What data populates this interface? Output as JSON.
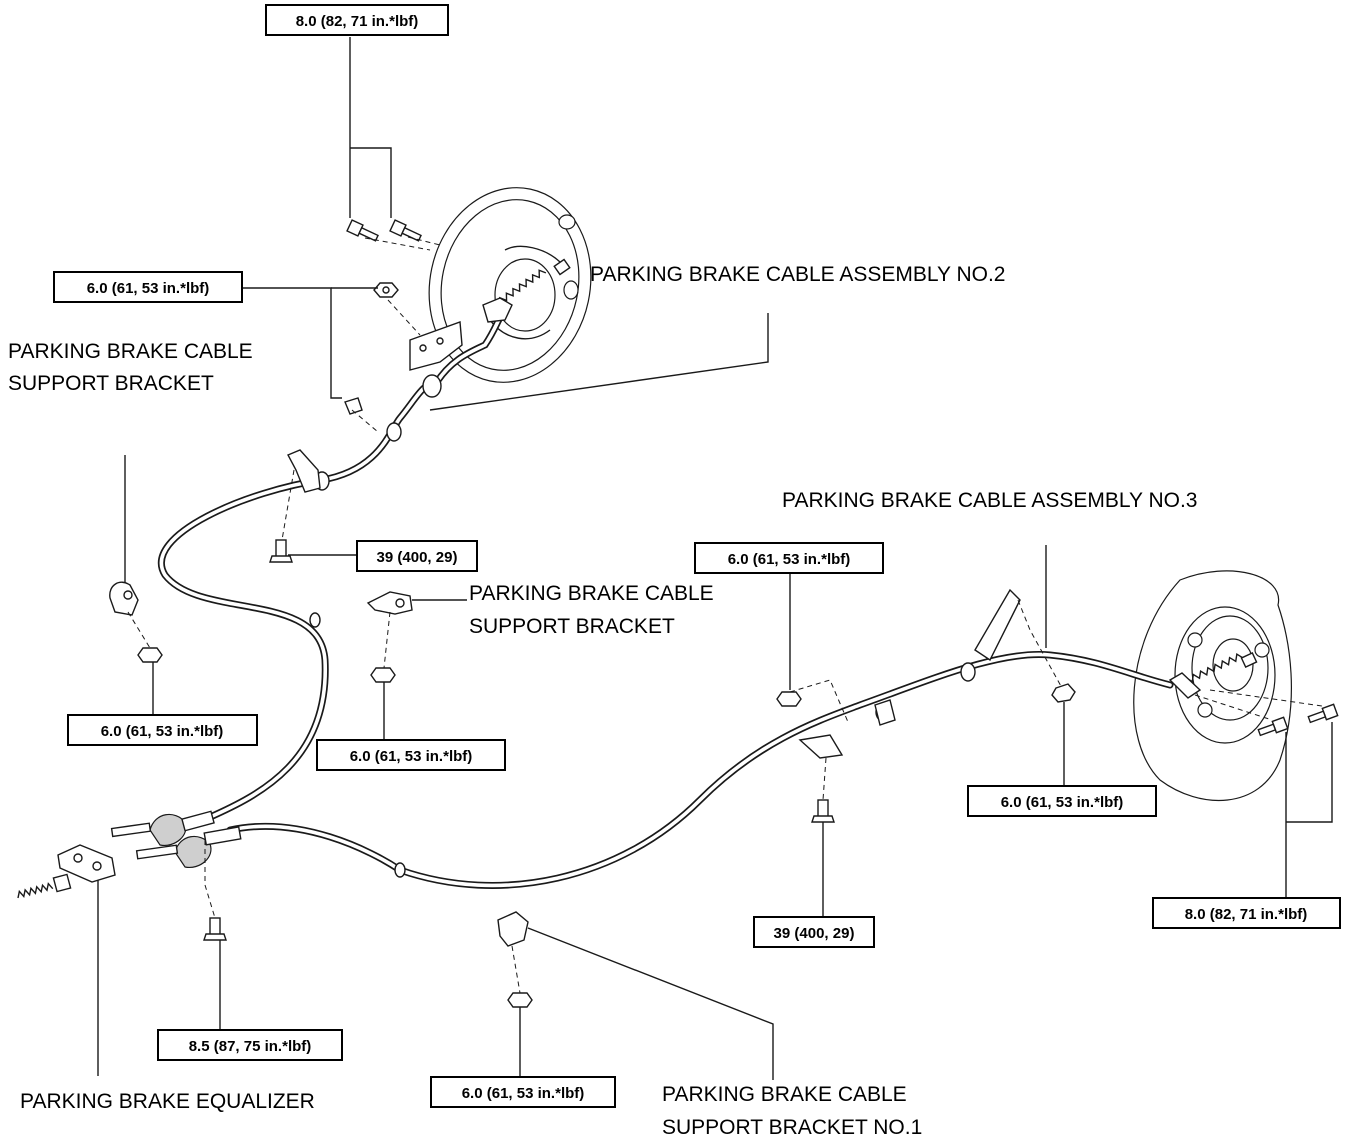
{
  "torque_specs": {
    "t_top_bolts": "8.0 (82, 71 in.*lbf)",
    "t_left_nut": "6.0 (61, 53 in.*lbf)",
    "t_bolt_39_left": "39 (400, 29)",
    "t_bracket_left": "6.0 (61, 53 in.*lbf)",
    "t_bracket_mid": "6.0 (61, 53 in.*lbf)",
    "t_right_nut_a": "6.0 (61, 53 in.*lbf)",
    "t_right_nut_b": "6.0 (61, 53 in.*lbf)",
    "t_bolt_39_right": "39 (400, 29)",
    "t_right_bolts": "8.0 (82, 71 in.*lbf)",
    "t_equalizer": "8.5 (87, 75 in.*lbf)",
    "t_bottom_nut": "6.0 (61, 53 in.*lbf)"
  },
  "labels": {
    "cable_no2": "PARKING BRAKE CABLE ASSEMBLY NO.2",
    "cable_no3": "PARKING BRAKE CABLE ASSEMBLY NO.3",
    "bracket_left_l1": "PARKING BRAKE CABLE",
    "bracket_left_l2": "SUPPORT BRACKET",
    "bracket_mid_l1": "PARKING BRAKE CABLE",
    "bracket_mid_l2": "SUPPORT BRACKET",
    "equalizer": "PARKING BRAKE EQUALIZER",
    "bracket_no1_l1": "PARKING BRAKE CABLE",
    "bracket_no1_l2": "SUPPORT BRACKET NO.1"
  }
}
